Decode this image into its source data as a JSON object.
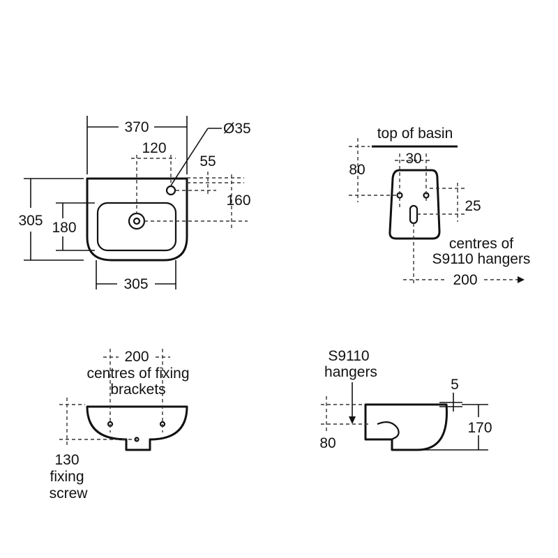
{
  "top_view": {
    "width_370": "370",
    "hole_diameter": "Ø35",
    "offset_120": "120",
    "offset_55": "55",
    "height_160": "160",
    "depth_305": "305",
    "inner_180": "180",
    "bottom_305": "305"
  },
  "rear_view": {
    "top_of_basin": "top of basin",
    "height_80": "80",
    "spacing_30": "30",
    "offset_25": "25",
    "centres_line1": "centres of",
    "centres_line2": "S9110 hangers",
    "width_200": "200"
  },
  "front_view": {
    "width_200": "200",
    "label_line1": "centres of fixing",
    "label_line2": "brackets",
    "screw_line1": "130",
    "screw_line2": "fixing",
    "screw_line3": "screw"
  },
  "side_view": {
    "hangers_line1": "S9110",
    "hangers_line2": "hangers",
    "gap_5": "5",
    "height_80": "80",
    "height_170": "170"
  }
}
